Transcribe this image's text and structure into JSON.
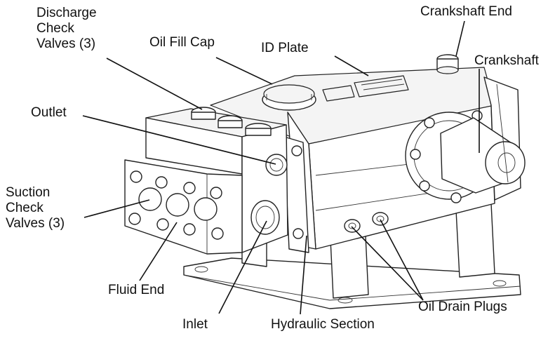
{
  "labels": {
    "discharge_check_valves": [
      "Discharge",
      "Check",
      "Valves (3)"
    ],
    "oil_fill_cap": "Oil Fill Cap",
    "id_plate": "ID Plate",
    "crankshaft_end": "Crankshaft End",
    "crankshaft": "Crankshaft",
    "outlet": "Outlet",
    "suction_check_valves": [
      "Suction",
      "Check",
      "Valves (3)"
    ],
    "fluid_end": "Fluid End",
    "inlet": "Inlet",
    "hydraulic_section": "Hydraulic Section",
    "oil_drain_plugs": "Oil Drain Plugs"
  }
}
